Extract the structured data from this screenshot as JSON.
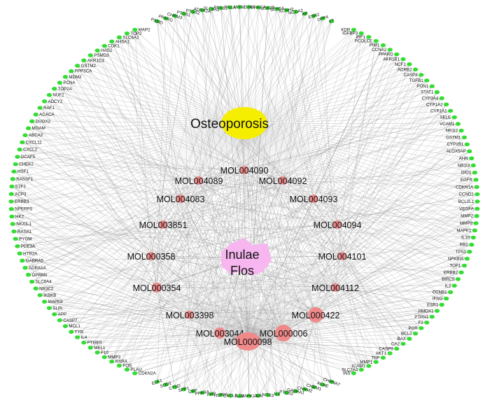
{
  "disease": {
    "label": "Osteoporosis",
    "color": "#f5ee00"
  },
  "herb": {
    "label_line1": "Inulae",
    "label_line2": "Flos",
    "color": "#f7b6ef"
  },
  "compound_color": "#f08a8a",
  "target_color": "#33dd33",
  "compounds": [
    "MOL004090",
    "MOL004089",
    "MOL004092",
    "MOL004083",
    "MOL004093",
    "MOL003851",
    "MOL004094",
    "MOL000358",
    "MOL004101",
    "MOL000354",
    "MOL004112",
    "MOL003398",
    "MOL000422",
    "MOL003044",
    "MOL000006",
    "MOL000098"
  ],
  "targets_left": [
    "CDKN2A",
    "PLAU",
    "FOS",
    "RXRA",
    "MMP3",
    "F10",
    "MEL1",
    "PTGES",
    "IL4",
    "TYR",
    "MCL1",
    "CASP7",
    "APP",
    "SLPI",
    "MAPK8",
    "IKBKB",
    "NR3C2",
    "SLC6A4",
    "OPRM1",
    "ADRA1A",
    "GABRA5",
    "HTR2A",
    "PDE3A",
    "PYGM",
    "RASA1",
    "NKX3-1",
    "HK2",
    "NPEPPS",
    "ERBB3",
    "ACP3",
    "E2F2",
    "RASSF1",
    "HSF1",
    "CHEK2",
    "DCAF5",
    "CXCL2",
    "CXCL11",
    "ABCA2",
    "MGAM",
    "DUOX2",
    "ACACA",
    "RAF1",
    "ADCY2",
    "NUF2",
    "TOP2A",
    "PCNA",
    "MDM2",
    "PPP3CA",
    "GSTM2",
    "AKR1C3",
    "PSMD3",
    "HAS2",
    "CDK1",
    "AHSA1",
    "SLC6A2",
    "TOP2",
    "MAP2"
  ],
  "targets_right": [
    "KDR",
    "IGFBP3",
    "IRF1",
    "PCOLCE",
    "PIM1",
    "CCNA2",
    "PPARD",
    "AKR1B1",
    "NCF1",
    "ADRB2",
    "CASP8",
    "TGFB1",
    "PON1",
    "STAT1",
    "CYP3A4",
    "CYP1A2",
    "CYP1A1",
    "SELE",
    "VCAM1",
    "NR1I2",
    "GSTM1",
    "CYP1B1",
    "ALOX5AP",
    "AHR",
    "NR1I3",
    "DIO1",
    "EGFR",
    "CDKN1A",
    "CCND1",
    "BCL2L1",
    "VEGFA",
    "MMP2",
    "MMP9",
    "MAPK1",
    "IL10",
    "RB1",
    "TP53",
    "NFKBIA",
    "TOP1",
    "ERBB2",
    "BIRC5",
    "IL2",
    "CCNB1",
    "IFNG",
    "ESR1",
    "HMOX1",
    "PTPN1",
    "F2",
    "PGR",
    "BCL2",
    "BAX",
    "CA2",
    "CASP9",
    "AKT1",
    "TNF",
    "MMP1",
    "ICAM1",
    "SLC2A4",
    "INS"
  ],
  "targets_top": [
    "PSMD",
    "PPARG",
    "CHRM3",
    "PTGS1",
    "PTGS2",
    "ADRA2A",
    "SLC6A3",
    "PRSS1",
    "RELA",
    "NOS2",
    "CDK2",
    "PRKCA",
    "GSK3B",
    "SCN5A",
    "KCNH2",
    "NCOA2",
    "AR",
    "ESR2",
    "DPP4",
    "F7"
  ],
  "targets_bottom": [
    "CHRNA7",
    "ACHE",
    "CHRM1",
    "CHRM2",
    "GABRA1",
    "PTGS2",
    "IL6",
    "NOS3",
    "JUN",
    "MAPK14",
    "IL1B",
    "CXCL8",
    "HSP90",
    "AHR",
    "PPARA",
    "CRP",
    "SPP1",
    "CTSD",
    "SOD1",
    "ELK1"
  ]
}
